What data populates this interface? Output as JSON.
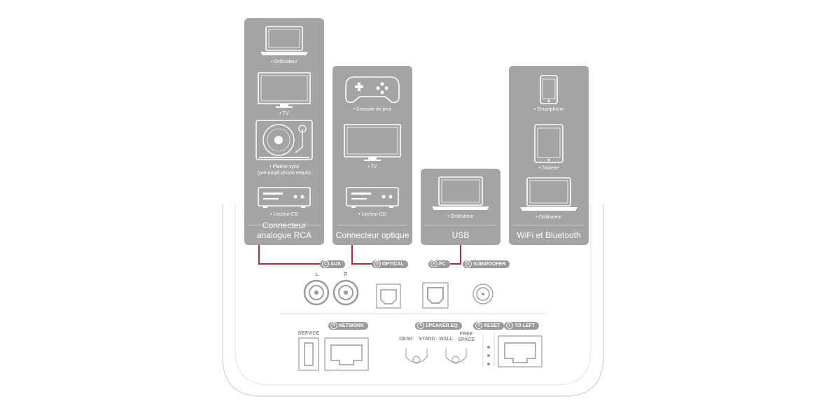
{
  "cards": [
    {
      "title": "Connecteur analogue RCA",
      "devices": [
        {
          "icon": "laptop-icon",
          "label": "• Ordinateur"
        },
        {
          "icon": "tv-icon",
          "label": "• TV"
        },
        {
          "icon": "turntable-icon",
          "label": "• Platine vynil\n(pré-ampli phono requis)"
        },
        {
          "icon": "cd-player-icon",
          "label": "• Lecteur CD"
        }
      ]
    },
    {
      "title": "Connecteur optique",
      "devices": [
        {
          "icon": "gamepad-icon",
          "label": "• Console de jeux"
        },
        {
          "icon": "tv-icon",
          "label": "• TV"
        },
        {
          "icon": "cd-player-icon",
          "label": "• Lecteur CD"
        }
      ]
    },
    {
      "title": "USB",
      "devices": [
        {
          "icon": "laptop-icon",
          "label": "• Ordinateur"
        }
      ]
    },
    {
      "title": "WiFi et Bluetooth",
      "devices": [
        {
          "icon": "smartphone-icon",
          "label": "• Smartphone"
        },
        {
          "icon": "tablet-icon",
          "label": "• Tablette"
        },
        {
          "icon": "laptop-icon",
          "label": "• Ordinateur"
        }
      ]
    }
  ],
  "ports": {
    "aux": {
      "num": "C",
      "label": "AUX"
    },
    "optical": {
      "num": "D",
      "label": "OPTICAL"
    },
    "pc": {
      "num": "A",
      "label": "PC"
    },
    "subwoofer": {
      "num": "E",
      "label": "SUBWOOFER"
    },
    "network": {
      "num": "N",
      "label": "NETWORK"
    },
    "speaker_eq": {
      "num": "S",
      "label": "SPEAKER EQ"
    },
    "reset": {
      "num": "R",
      "label": "RESET"
    },
    "to_left": {
      "num": "L",
      "label": "TO LEFT"
    },
    "left_channel": "L",
    "right_channel": "R",
    "service": "SERVICE",
    "eq_desk": "DESK",
    "eq_stand": "STAND",
    "eq_wall": "WALL",
    "eq_free_space": "FREE\nSPACE"
  },
  "colors": {
    "card": "#a4a4a4",
    "highlight": "#c0262d",
    "outline": "#d6d6d6",
    "port": "#9a9a9a"
  }
}
